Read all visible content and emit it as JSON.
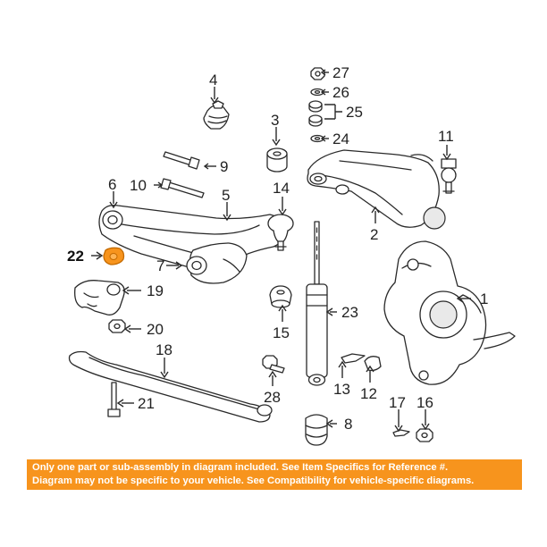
{
  "callouts": {
    "c1": "1",
    "c2": "2",
    "c3": "3",
    "c4": "4",
    "c5": "5",
    "c6": "6",
    "c7": "7",
    "c8": "8",
    "c9": "9",
    "c10": "10",
    "c11": "11",
    "c12": "12",
    "c13": "13",
    "c14": "14",
    "c15": "15",
    "c16": "16",
    "c17": "17",
    "c18": "18",
    "c19": "19",
    "c20": "20",
    "c21": "21",
    "c22": "22",
    "c23": "23",
    "c24": "24",
    "c25": "25",
    "c26": "26",
    "c27": "27",
    "c28": "28"
  },
  "highlighted_part": "22",
  "colors": {
    "highlight": "#f7941d",
    "notice_bg": "#f7941d",
    "notice_text": "#ffffff",
    "line": "#2a2a2a"
  },
  "notice": {
    "line1": "Only one part or sub-assembly in diagram included. See Item Specifics for Reference #.",
    "line2": "Diagram may not be specific to your vehicle. See Compatibility for vehicle-specific diagrams."
  }
}
